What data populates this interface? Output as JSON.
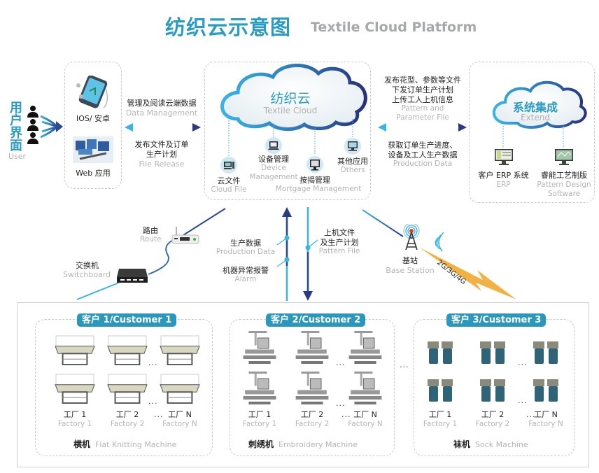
{
  "header": {
    "title_zh": "纺织云示意图",
    "title_en": "Textile Cloud Platform"
  },
  "user": {
    "label_zh": [
      "用",
      "户",
      "界",
      "面"
    ],
    "label_en": "User",
    "icon": "users-icon"
  },
  "clients": {
    "mobile_label": "IOS/ 安卓",
    "mobile_icon": "smartphone-icon",
    "web_label": "Web 应用",
    "web_icon": "web-app-icon"
  },
  "link_clients_cloud": {
    "top_zh": "管理及阅读云端数据",
    "top_en": "Data Management",
    "bottom_zh_1": "发布文件及订单",
    "bottom_zh_2": "生产计划",
    "bottom_en": "File Release"
  },
  "cloud": {
    "title_zh": "纺织云",
    "title_en": "Textile Cloud",
    "apps": [
      {
        "zh": "云文件",
        "en": "Cloud File",
        "icon": "computer-icon"
      },
      {
        "zh": "设备管理",
        "en_1": "Device",
        "en_2": "Management",
        "icon": "laptop-icon"
      },
      {
        "zh": "按揭管理",
        "en": "Mortgage Management",
        "icon": "monitor-icon"
      },
      {
        "zh": "其他应用",
        "en": "Others",
        "icon": "desktop-icon"
      }
    ]
  },
  "link_cloud_extend": {
    "top_zh_1": "发布花型、参数等文件",
    "top_zh_2": "下发订单生产计划",
    "top_zh_3": "上传工人上机信息",
    "top_en_1": "Pattern and",
    "top_en_2": "Parameter File",
    "bottom_zh_1": "获取订单生产进度、",
    "bottom_zh_2": "设备及工人生产数据",
    "bottom_en": "Production Data"
  },
  "extend": {
    "title_zh": "系统集成",
    "title_en": "Extend",
    "items": [
      {
        "zh": "客户 ERP 系统",
        "en": "ERP",
        "icon": "erp-monitor-icon"
      },
      {
        "zh": "睿能工艺制版",
        "en_1": "Pattern Design",
        "en_2": "Software",
        "icon": "design-monitor-icon"
      }
    ]
  },
  "network": {
    "route_zh": "路由",
    "route_en": "Route",
    "switch_zh": "交换机",
    "switch_en": "Switchboard",
    "prod_data_zh": "生产数据",
    "prod_data_en": "Production Data",
    "alarm_zh": "机器异常报警",
    "alarm_en": "Alarm",
    "pattern_zh_1": "上机文件",
    "pattern_zh_2": "及生产计划",
    "pattern_en": "Pattern File",
    "base_zh": "基站",
    "base_en": "Base Station",
    "wireless": "2G/3G/4G"
  },
  "customers": [
    {
      "badge": "客户 1/Customer 1",
      "factories": [
        {
          "zh": "工厂 1",
          "en": "Factory 1"
        },
        {
          "zh": "工厂 2",
          "en": "Factory 2"
        },
        {
          "zh": "工厂 N",
          "en": "Factory N"
        }
      ],
      "machine_zh": "横机",
      "machine_en": "Flat Knitting Machine",
      "icon": "flat-knitting-machine-icon"
    },
    {
      "badge": "客户 2/Customer 2",
      "factories": [
        {
          "zh": "工厂 1",
          "en": "Factory 1"
        },
        {
          "zh": "工厂 2",
          "en": "Factory 2"
        },
        {
          "zh": "工厂 N",
          "en": "Factory N"
        }
      ],
      "machine_zh": "刺绣机",
      "machine_en": "Embroidery Machine",
      "icon": "embroidery-machine-icon"
    },
    {
      "badge": "客户 3/Customer 3",
      "factories": [
        {
          "zh": "工厂 1",
          "en": "Factory 1"
        },
        {
          "zh": "工厂 2",
          "en": "Factory 2"
        },
        {
          "zh": "工厂 N",
          "en": "Factory N"
        }
      ],
      "machine_zh": "袜机",
      "machine_en": "Sock Machine",
      "icon": "sock-machine-icon"
    }
  ],
  "ellipsis": "...",
  "colors": {
    "accent": "#2a9bc3",
    "navy": "#2b3a83",
    "light_blue": "#39b4e6",
    "orange": "#f0a830",
    "badge": "#2a97bd",
    "grey_text": "#b4b4b4"
  }
}
